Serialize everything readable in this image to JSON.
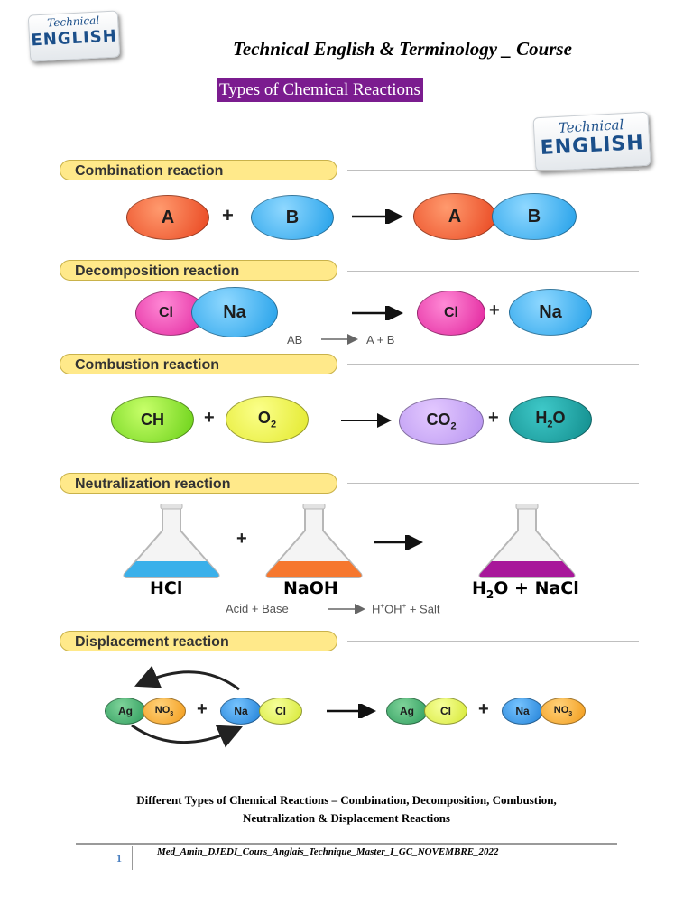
{
  "header": {
    "logo_line1": "Technical",
    "logo_line2": "ENGLISH",
    "title": "Technical English & Terminology _ Course",
    "tag": "Types of Chemical Reactions"
  },
  "figure": {
    "logo_line1": "Technical",
    "logo_line2": "ENGLISH",
    "combination": {
      "title": "Combination reaction",
      "r1": "A",
      "r2": "B",
      "p1": "A",
      "p2": "B"
    },
    "decomposition": {
      "title": "Decomposition reaction",
      "r1": "Cl",
      "r2": "Na",
      "p1": "Cl",
      "p2": "Na",
      "eq_left": "AB",
      "eq_right": "A + B"
    },
    "combustion": {
      "title": "Combustion reaction",
      "r1": "CH",
      "r2": "O",
      "r2_sub": "2",
      "p1": "CO",
      "p1_sub": "2",
      "p2a": "H",
      "p2_sub": "2",
      "p2b": "O"
    },
    "neutralization": {
      "title": "Neutralization reaction",
      "acid": "HCl",
      "base": "NaOH",
      "product_a": "H",
      "product_sub": "2",
      "product_b": "O + NaCl",
      "eq_left": "Acid + Base",
      "eq_right_a": "H",
      "eq_right_sup1": "+",
      "eq_right_b": "OH",
      "eq_right_sup2": "+",
      "eq_right_c": " + Salt"
    },
    "displacement": {
      "title": "Displacement reaction",
      "a1": "Ag",
      "a2": "NO",
      "a2_sub": "3",
      "b1": "Na",
      "b2": "Cl",
      "c1": "Ag",
      "c2": "Cl",
      "d1": "Na",
      "d2": "NO",
      "d2_sub": "3"
    },
    "plus": "+"
  },
  "caption": {
    "line1": "Different Types of Chemical Reactions – Combination, Decomposition, Combustion,",
    "line2": "Neutralization & Displacement Reactions"
  },
  "footer": {
    "page": "1",
    "text": "Med_Amin_DJEDI_Cours_Anglais_Technique_Master_I_GC_NOVEMBRE_2022"
  }
}
